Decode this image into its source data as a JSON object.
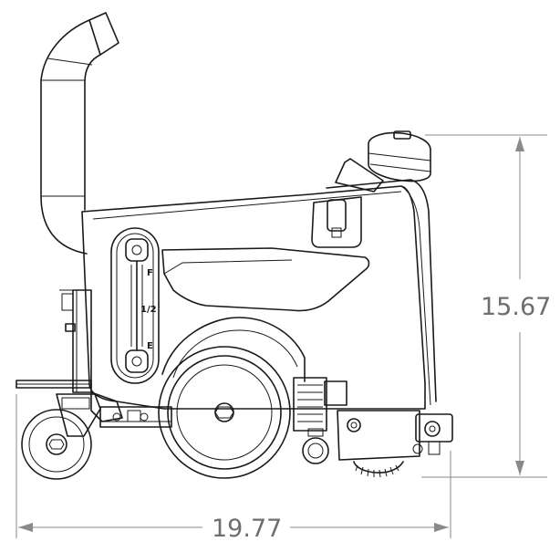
{
  "dimensions": {
    "height_label": "15.67",
    "width_label": "19.77"
  },
  "gauge_labels": {
    "full": "F",
    "half": "1/2",
    "empty": "E"
  },
  "colors": {
    "line": "#1a1a1a",
    "dimension": "#8a8a8a",
    "dimension_text": "#6e6e6e",
    "background": "#ffffff"
  }
}
